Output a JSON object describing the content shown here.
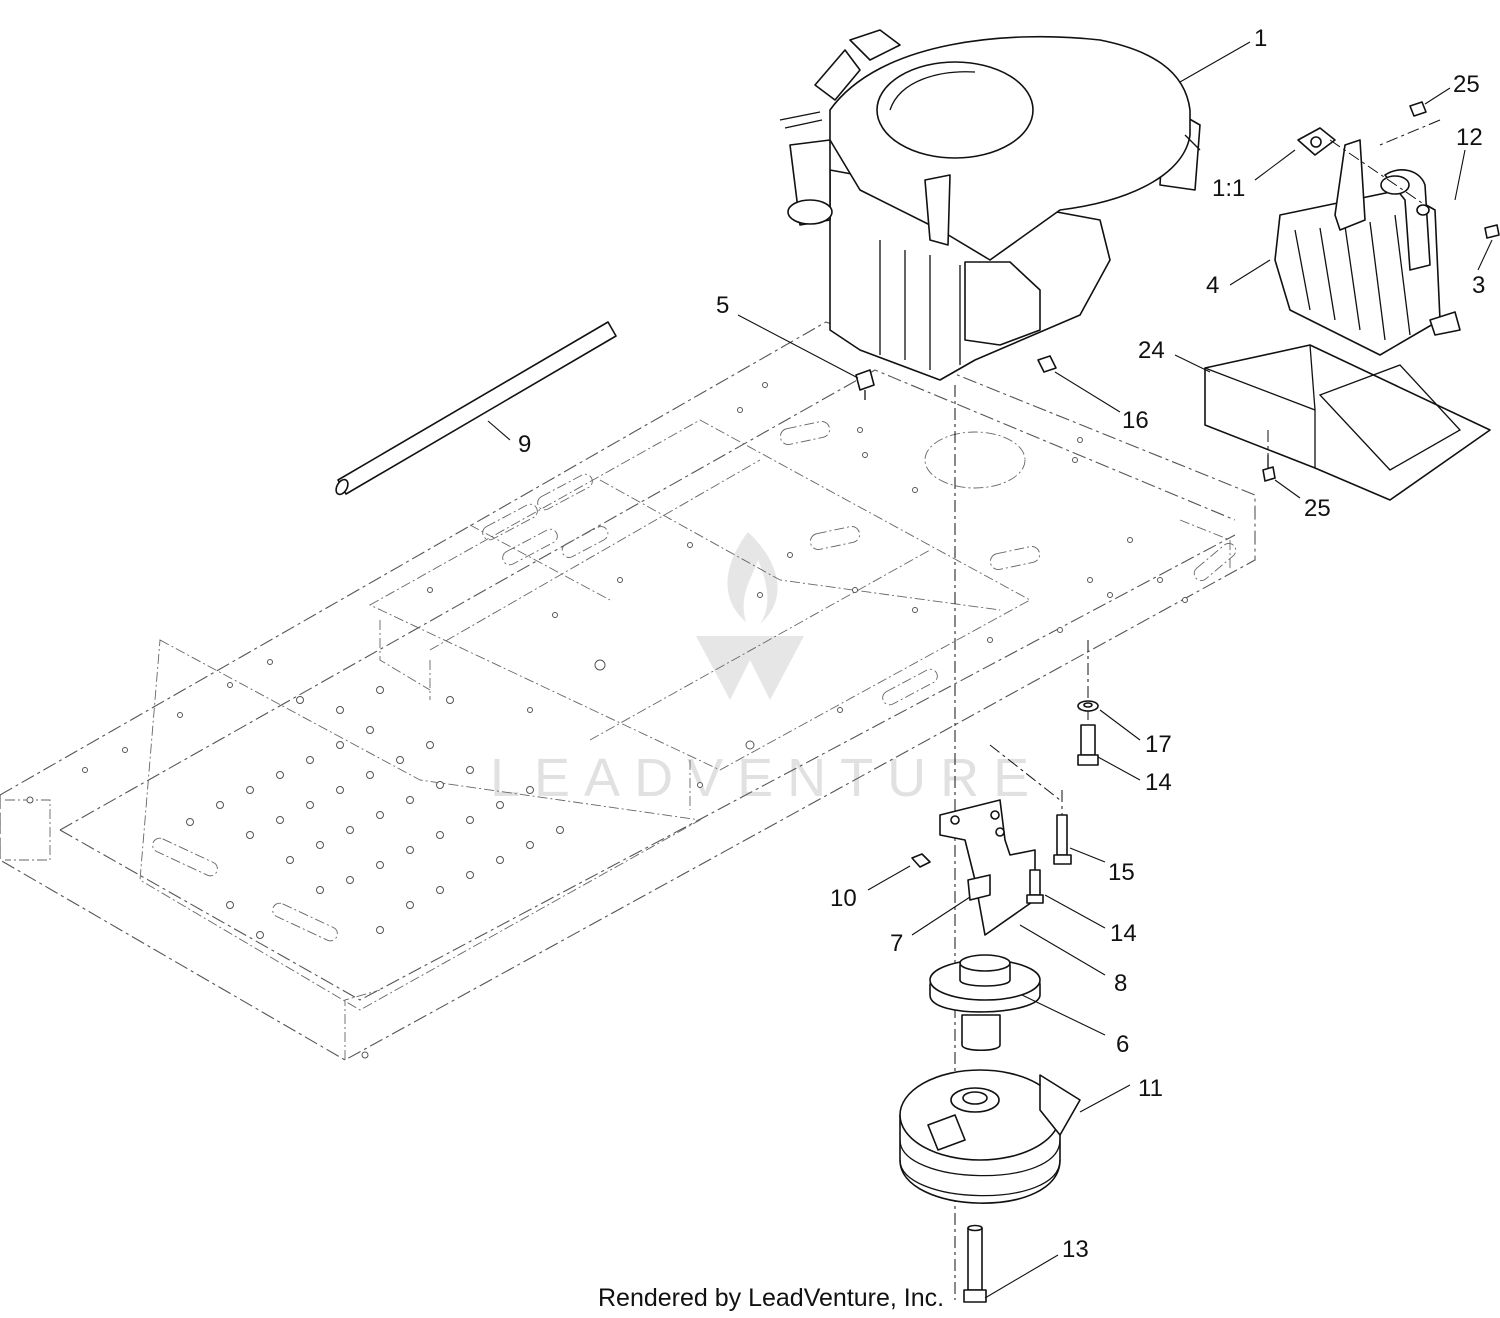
{
  "diagram": {
    "credit": "Rendered by LeadVenture, Inc.",
    "watermark": "LEADVENTURE",
    "callouts": [
      "1",
      "25",
      "12",
      "1:1",
      "3",
      "4",
      "5",
      "24",
      "16",
      "9",
      "25",
      "17",
      "14",
      "15",
      "10",
      "14",
      "7",
      "8",
      "6",
      "11",
      "13"
    ]
  }
}
